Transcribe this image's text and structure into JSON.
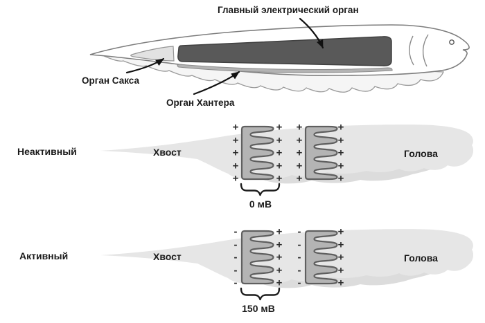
{
  "anatomy": {
    "main_organ_label": "Главный электрический орган",
    "sachs_organ_label": "Орган Сакса",
    "hunter_organ_label": "Орган Хантера"
  },
  "panels": [
    {
      "id": "inactive",
      "state_label": "Неактивный",
      "tail_label": "Хвост",
      "head_label": "Голова",
      "voltage_label": "0 мВ",
      "electrocytes": [
        {
          "left": "+",
          "right": "+"
        },
        {
          "left": "+",
          "right": "+"
        }
      ]
    },
    {
      "id": "active",
      "state_label": "Активный",
      "tail_label": "Хвост",
      "head_label": "Голова",
      "voltage_label": "150 мВ",
      "electrocytes": [
        {
          "left": "-",
          "right": "+"
        },
        {
          "left": "-",
          "right": "+"
        }
      ]
    }
  ],
  "rows_per_cell": 5,
  "colors": {
    "main_organ": "#595959",
    "hunter_organ": "#b3b3b3",
    "sachs_organ": "#e2e2e2",
    "body_silhouette": "#e6e6e6",
    "electrocyte_fill": "#b4b4b4",
    "electrocyte_stroke": "#5f5f5f",
    "text": "#1a1a1a"
  }
}
